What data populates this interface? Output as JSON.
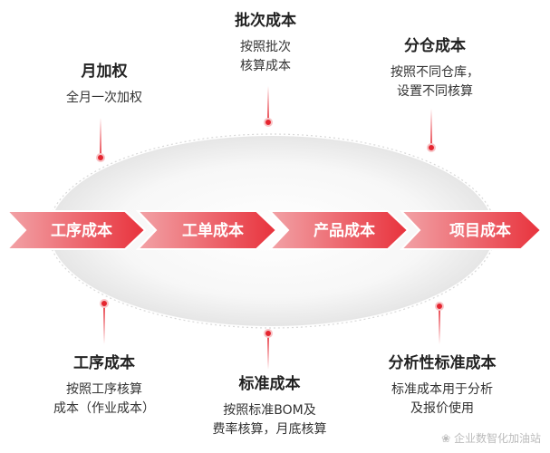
{
  "colors": {
    "accent": "#e8323c",
    "accent_light": "#f59aa0",
    "dot": "#e5252f",
    "text": "#222222"
  },
  "arrows": [
    {
      "label": "工序成本"
    },
    {
      "label": "工单成本"
    },
    {
      "label": "产品成本"
    },
    {
      "label": "项目成本"
    }
  ],
  "methods_top": [
    {
      "title": "月加权",
      "desc": [
        "全月一次加权"
      ]
    },
    {
      "title": "批次成本",
      "desc": [
        "按照批次",
        "核算成本"
      ]
    },
    {
      "title": "分仓成本",
      "desc": [
        "按照不同仓库，",
        "设置不同核算"
      ]
    }
  ],
  "methods_bottom": [
    {
      "title": "工序成本",
      "desc": [
        "按照工序核算",
        "成本（作业成本）"
      ]
    },
    {
      "title": "标准成本",
      "desc": [
        "按照标准BOM及",
        "费率核算，月底核算"
      ]
    },
    {
      "title": "分析性标准成本",
      "desc": [
        "标准成本用于分析",
        "及报价使用"
      ]
    }
  ],
  "watermark": "企业数智化加油站"
}
